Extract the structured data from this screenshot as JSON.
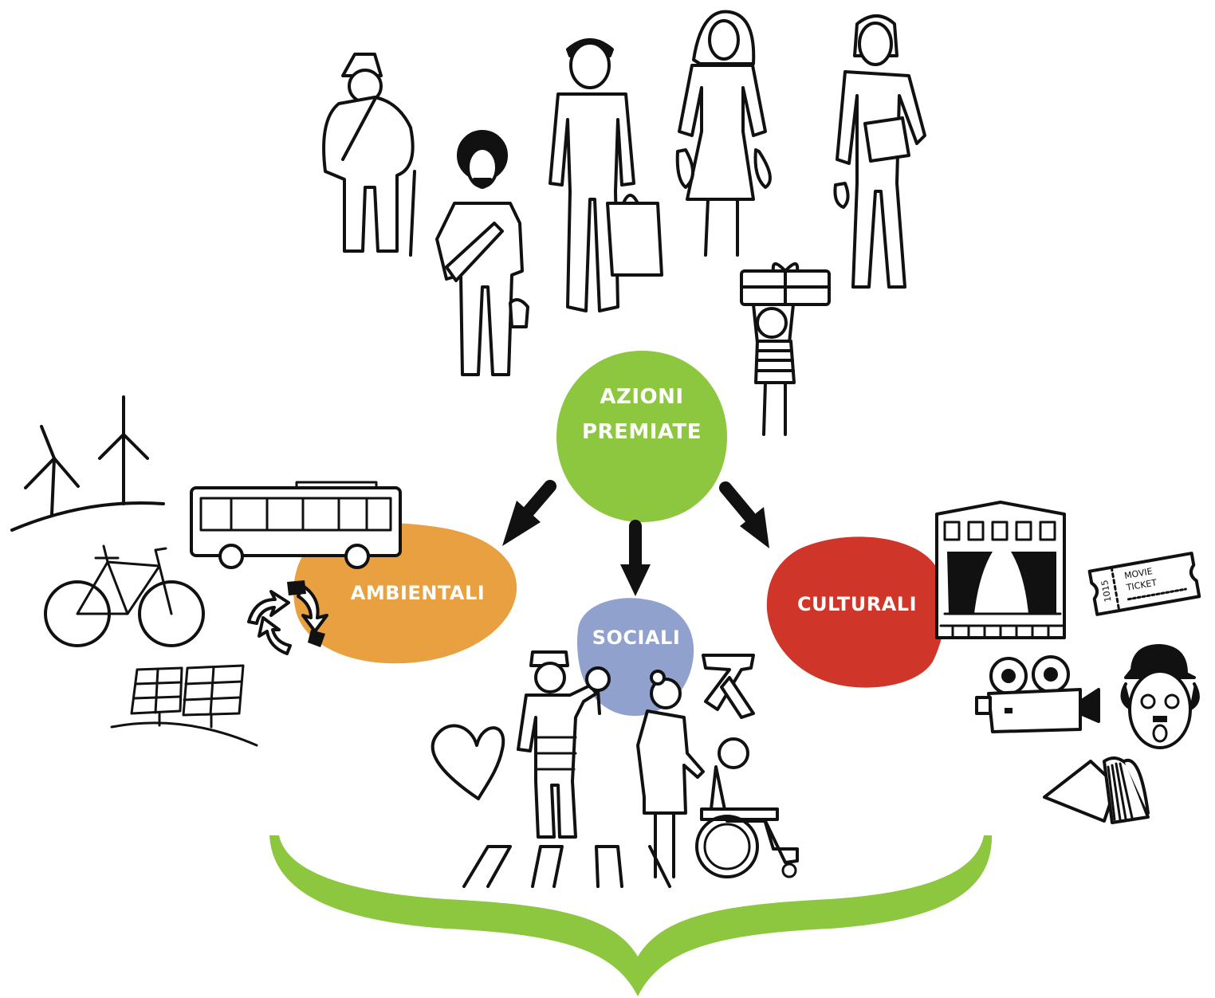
{
  "center": {
    "line1": "AZIONI",
    "line2": "PREMIATE",
    "color": "#8dc63f"
  },
  "categories": [
    {
      "label": "AMBIENTALI",
      "color": "#e8a040"
    },
    {
      "label": "SOCIALI",
      "color": "#8fa1cc"
    },
    {
      "label": "CULTURALI",
      "color": "#d0352a"
    }
  ],
  "ticket": {
    "line1": "MOVIE",
    "line2": "TICKET",
    "number": "1015"
  },
  "brace_color": "#8dc63f",
  "icons": [
    "people-group-icon",
    "wind-turbine-icon",
    "bus-icon",
    "bicycle-icon",
    "recycle-icon",
    "solar-panel-icon",
    "crossing-guard-icon",
    "heart-icon",
    "awareness-ribbon-icon",
    "wheelchair-icon",
    "theater-icon",
    "movie-ticket-icon",
    "film-camera-icon",
    "chaplin-face-icon",
    "book-icon"
  ]
}
